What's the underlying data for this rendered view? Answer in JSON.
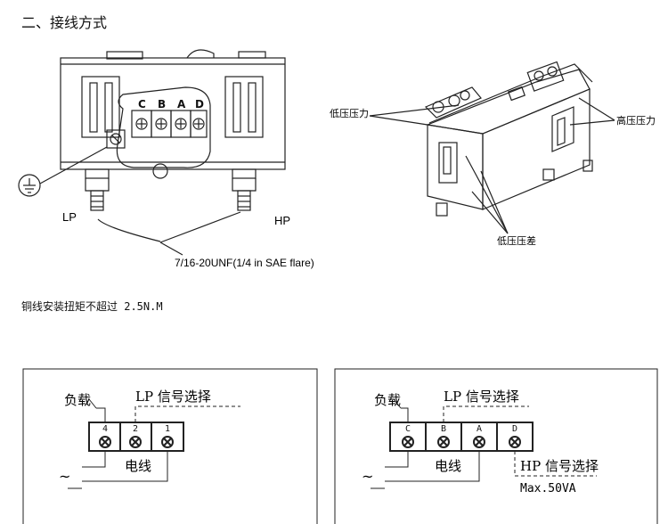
{
  "heading": "二、接线方式",
  "fig1": {
    "terminals": [
      "C",
      "B",
      "A",
      "D"
    ],
    "lp_label": "LP",
    "hp_label": "HP",
    "thread_spec": "7/16-20UNF(1/4 in SAE flare)"
  },
  "fig2": {
    "low_pressure": "低压压力",
    "high_pressure": "高压压力",
    "low_diff": "低压压差"
  },
  "torque_note": "铜线安装扭矩不超过 2.5N.M",
  "diagram_left": {
    "load": "负载",
    "lp_select": "LP 信号选择",
    "terminals": [
      "4",
      "2",
      "1"
    ],
    "power": "电线",
    "ac_symbol": "~"
  },
  "diagram_right": {
    "load": "负载",
    "lp_select": "LP 信号选择",
    "terminals": [
      "C",
      "B",
      "A",
      "D"
    ],
    "power": "电线",
    "ac_symbol": "~",
    "hp_select": "HP 信号选择",
    "rating": "Max.50VA"
  }
}
